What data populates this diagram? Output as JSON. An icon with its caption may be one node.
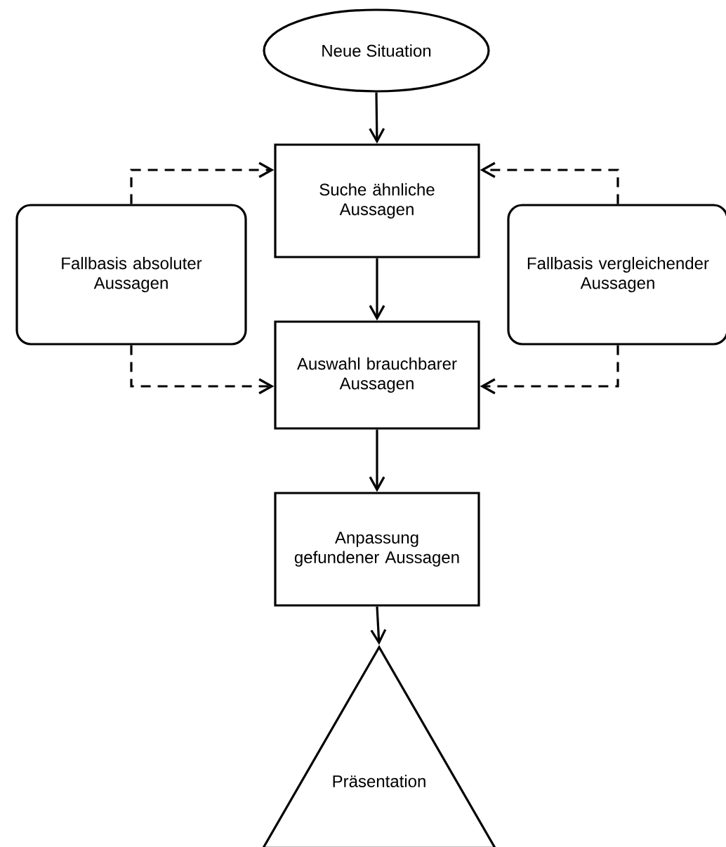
{
  "diagram": {
    "nodes": [
      {
        "text": [
          "Neue Situation"
        ]
      },
      {
        "text": [
          "Suche ähnliche Aussagen"
        ]
      },
      {
        "text": [
          "Fallbasis absoluter Aussagen"
        ]
      },
      {
        "text": [
          "Fallbasis vergleichender Aussagen"
        ]
      },
      {
        "text": [
          "Auswahl brauchbarer Aussagen"
        ]
      },
      {
        "text": [
          "Anpassung gefundener Aussagen"
        ]
      },
      {
        "text": [
          "Präsentation"
        ]
      }
    ],
    "edges": [
      {
        "from": 0,
        "to": 1,
        "arrow": "to"
      },
      {
        "from": 2,
        "to": 1,
        "arrow": "to",
        "style": "dashed"
      },
      {
        "from": 3,
        "to": 1,
        "arrow": "to",
        "style": "dashed"
      },
      {
        "from": 1,
        "to": 4,
        "arrow": "to"
      },
      {
        "from": 2,
        "to": 4,
        "arrow": "to",
        "style": "dashed"
      },
      {
        "from": 3,
        "to": 4,
        "arrow": "to",
        "style": "dashed"
      },
      {
        "from": 4,
        "to": 5,
        "arrow": "to"
      },
      {
        "from": 5,
        "to": 6,
        "arrow": "to"
      }
    ]
  }
}
